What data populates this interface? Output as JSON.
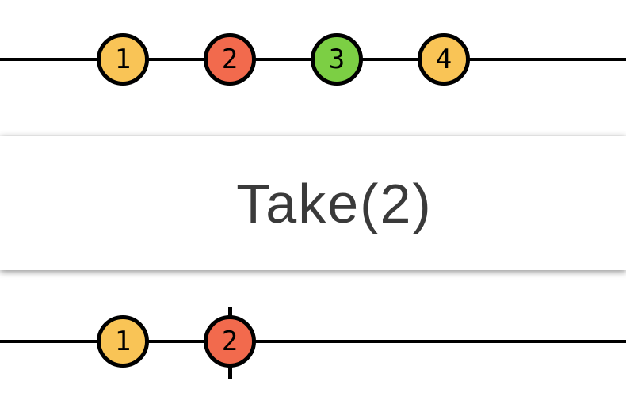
{
  "diagram": {
    "operator": {
      "label": "Take(2)"
    },
    "colors": {
      "timeline": "#000000",
      "marble_border": "#000000",
      "marble_text": "#000000",
      "operator_text": "#3a3a3a",
      "card_background": "#ffffff",
      "yellow": "#F9C456",
      "red": "#F26A4D",
      "green": "#7CCF44"
    },
    "source": {
      "marbles": [
        {
          "label": "1",
          "color": "#F9C456"
        },
        {
          "label": "2",
          "color": "#F26A4D"
        },
        {
          "label": "3",
          "color": "#7CCF44"
        },
        {
          "label": "4",
          "color": "#F9C456"
        }
      ]
    },
    "output": {
      "marbles": [
        {
          "label": "1",
          "color": "#F9C456"
        },
        {
          "label": "2",
          "color": "#F26A4D",
          "completed": "true"
        }
      ]
    }
  }
}
